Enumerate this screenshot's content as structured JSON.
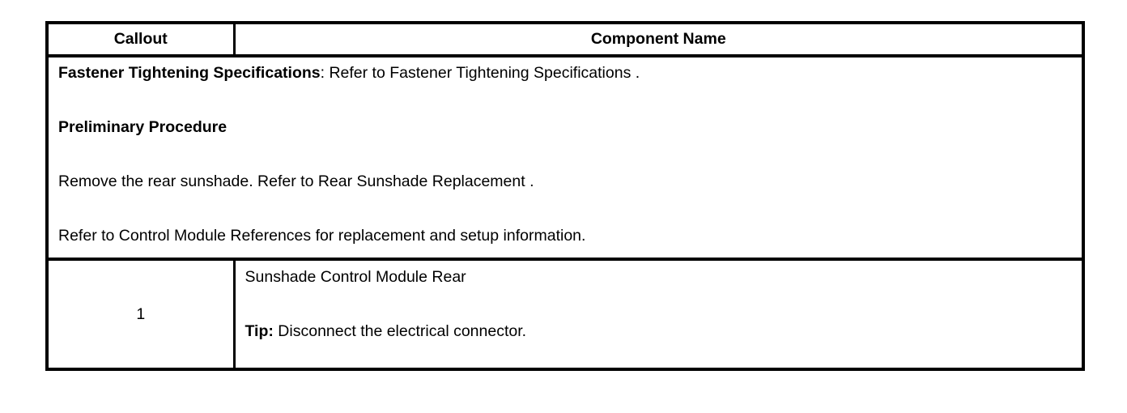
{
  "document": {
    "kind": "service-manual-component-table"
  },
  "table": {
    "header": {
      "callout_label": "Callout",
      "component_label": "Component Name"
    },
    "notes_row": {
      "paragraphs": [
        {
          "bold_lead": "Fastener Tightening Specifications",
          "text": ": Refer to Fastener Tightening Specifications ."
        },
        {
          "bold_lead": "Preliminary Procedure",
          "text": ""
        },
        {
          "bold_lead": "",
          "text": "Remove the rear sunshade. Refer to Rear Sunshade Replacement ."
        },
        {
          "bold_lead": "",
          "text": "Refer to Control Module References for replacement and setup information."
        }
      ]
    },
    "component_rows": [
      {
        "callout": "1",
        "name": "Sunshade Control Module Rear",
        "tip_label": "Tip:",
        "tip_text": " Disconnect the electrical connector."
      }
    ]
  },
  "colors": {
    "border": "#000000",
    "text": "#000000",
    "background": "#ffffff"
  }
}
